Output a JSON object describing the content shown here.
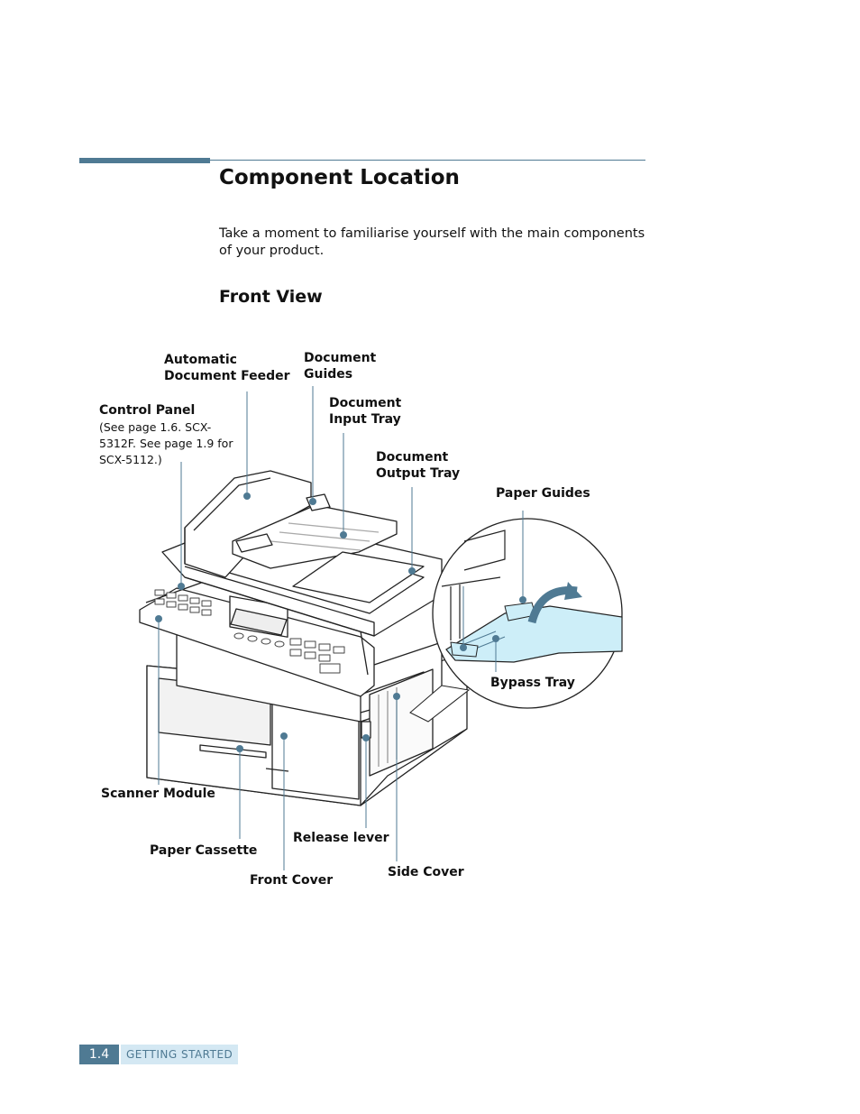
{
  "page": {
    "title": "Component Location",
    "intro": "Take a moment to familiarise yourself with the main components of your product.",
    "subtitle": "Front View"
  },
  "labels": {
    "adf_1": "Automatic",
    "adf_2": "Document Feeder",
    "guides_1": "Document",
    "guides_2": "Guides",
    "input_1": "Document",
    "input_2": "Input Tray",
    "output_1": "Document",
    "output_2": "Output Tray",
    "control_panel": "Control Panel",
    "control_note_1": "(See page 1.6. SCX-",
    "control_note_2": "5312F. See page 1.9 for",
    "control_note_3": "SCX-5112.)",
    "paper_guides": "Paper Guides",
    "bypass_tray": "Bypass Tray",
    "scanner_module": "Scanner Module",
    "paper_cassette": "Paper Cassette",
    "release_lever": "Release lever",
    "front_cover": "Front Cover",
    "side_cover": "Side Cover"
  },
  "footer": {
    "page_number": "1.4",
    "section": "GETTING STARTED"
  },
  "colors": {
    "accent": "#4f7a93",
    "footer_tab": "#d4e8f3",
    "callout_dot": "#4f7a93",
    "bypass_fill": "#cdeef8"
  }
}
